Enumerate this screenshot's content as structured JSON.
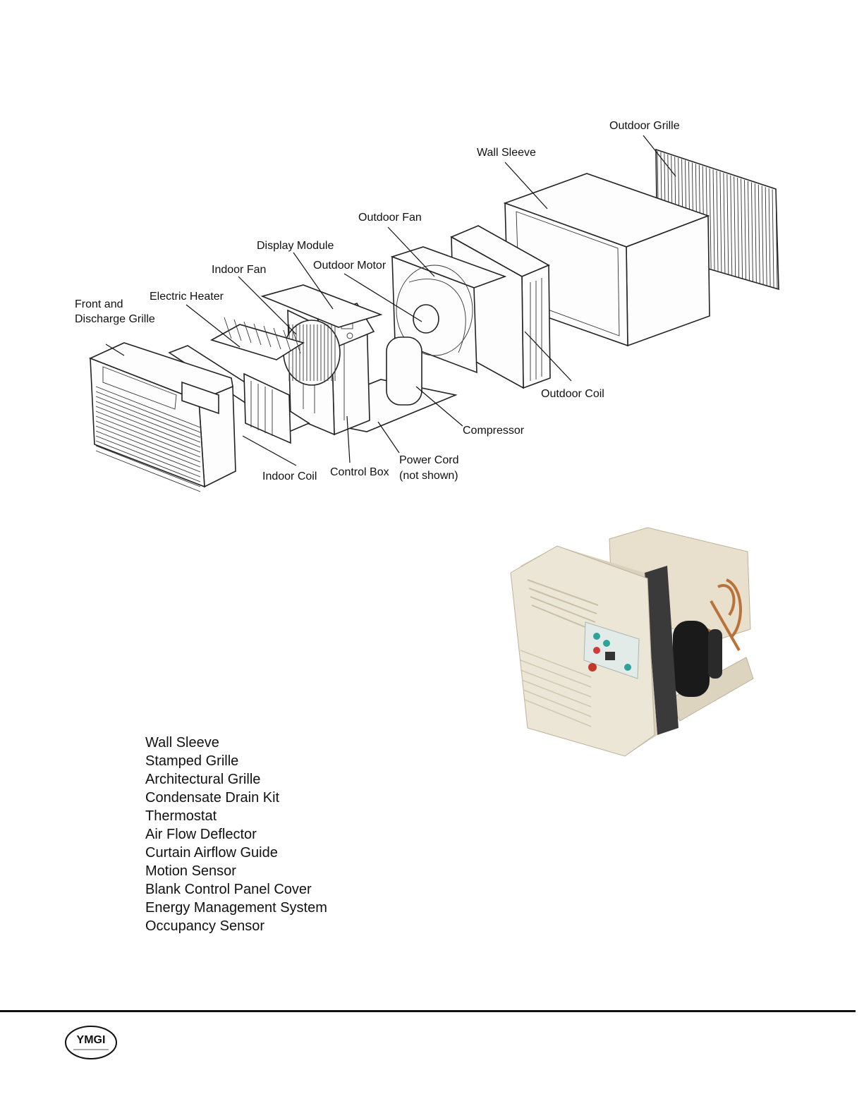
{
  "diagram": {
    "labels": {
      "outdoor_grille": "Outdoor Grille",
      "wall_sleeve": "Wall Sleeve",
      "outdoor_fan": "Outdoor Fan",
      "display_module": "Display Module",
      "outdoor_motor": "Outdoor Motor",
      "indoor_fan": "Indoor Fan",
      "electric_heater": "Electric Heater",
      "front_grille_line1": "Front and",
      "front_grille_line2": "Discharge Grille",
      "outdoor_coil": "Outdoor Coil",
      "compressor": "Compressor",
      "power_cord_line1": "Power Cord",
      "power_cord_line2": "(not shown)",
      "control_box": "Control Box",
      "indoor_coil": "Indoor Coil"
    }
  },
  "accessories": [
    "Wall Sleeve",
    "Stamped Grille",
    "Architectural Grille",
    "Condensate Drain Kit",
    "Thermostat",
    "Air Flow Deflector",
    "Curtain Airflow Guide",
    "Motion Sensor",
    "Blank Control Panel Cover",
    "Energy Management System",
    "Occupancy Sensor"
  ],
  "footer": {
    "logo_text": "YMGI"
  },
  "colors": {
    "photo_housing": "#e8e0cc",
    "photo_compressor": "#1a1a1a",
    "photo_copper": "#b8733a",
    "panel_accent": "#2fa39a"
  }
}
